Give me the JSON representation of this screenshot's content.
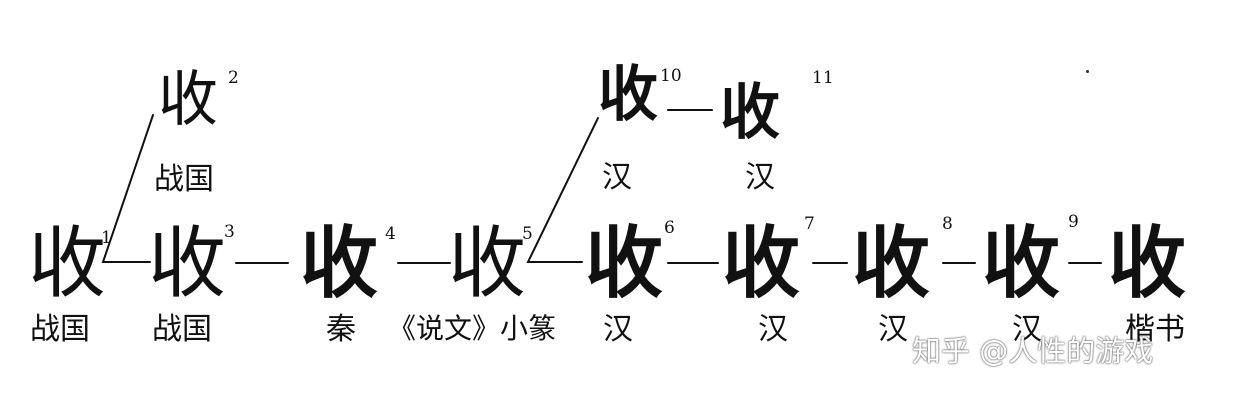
{
  "chars": {
    "c1": "收",
    "c2": "收",
    "c3": "收",
    "c4": "收",
    "c5": "收",
    "c6": "收",
    "c7": "收",
    "c8": "收",
    "c9": "收",
    "c10": "收",
    "c11": "收"
  },
  "nums": {
    "n1": "1",
    "n2": "2",
    "n3": "3",
    "n4": "4",
    "n5": "5",
    "n6": "6",
    "n7": "7",
    "n8": "8",
    "n9": "9",
    "n10": "10",
    "n11": "11"
  },
  "labels": {
    "l1": "战国",
    "l2": "战国",
    "l3": "战国",
    "l4": "秦",
    "l5": "《说文》小篆",
    "l6": "汉",
    "l7": "汉",
    "l8": "汉",
    "l9": "汉",
    "l10": "汉",
    "l11": "汉",
    "l12": "楷书"
  },
  "watermark": "知乎 @人性的游戏"
}
